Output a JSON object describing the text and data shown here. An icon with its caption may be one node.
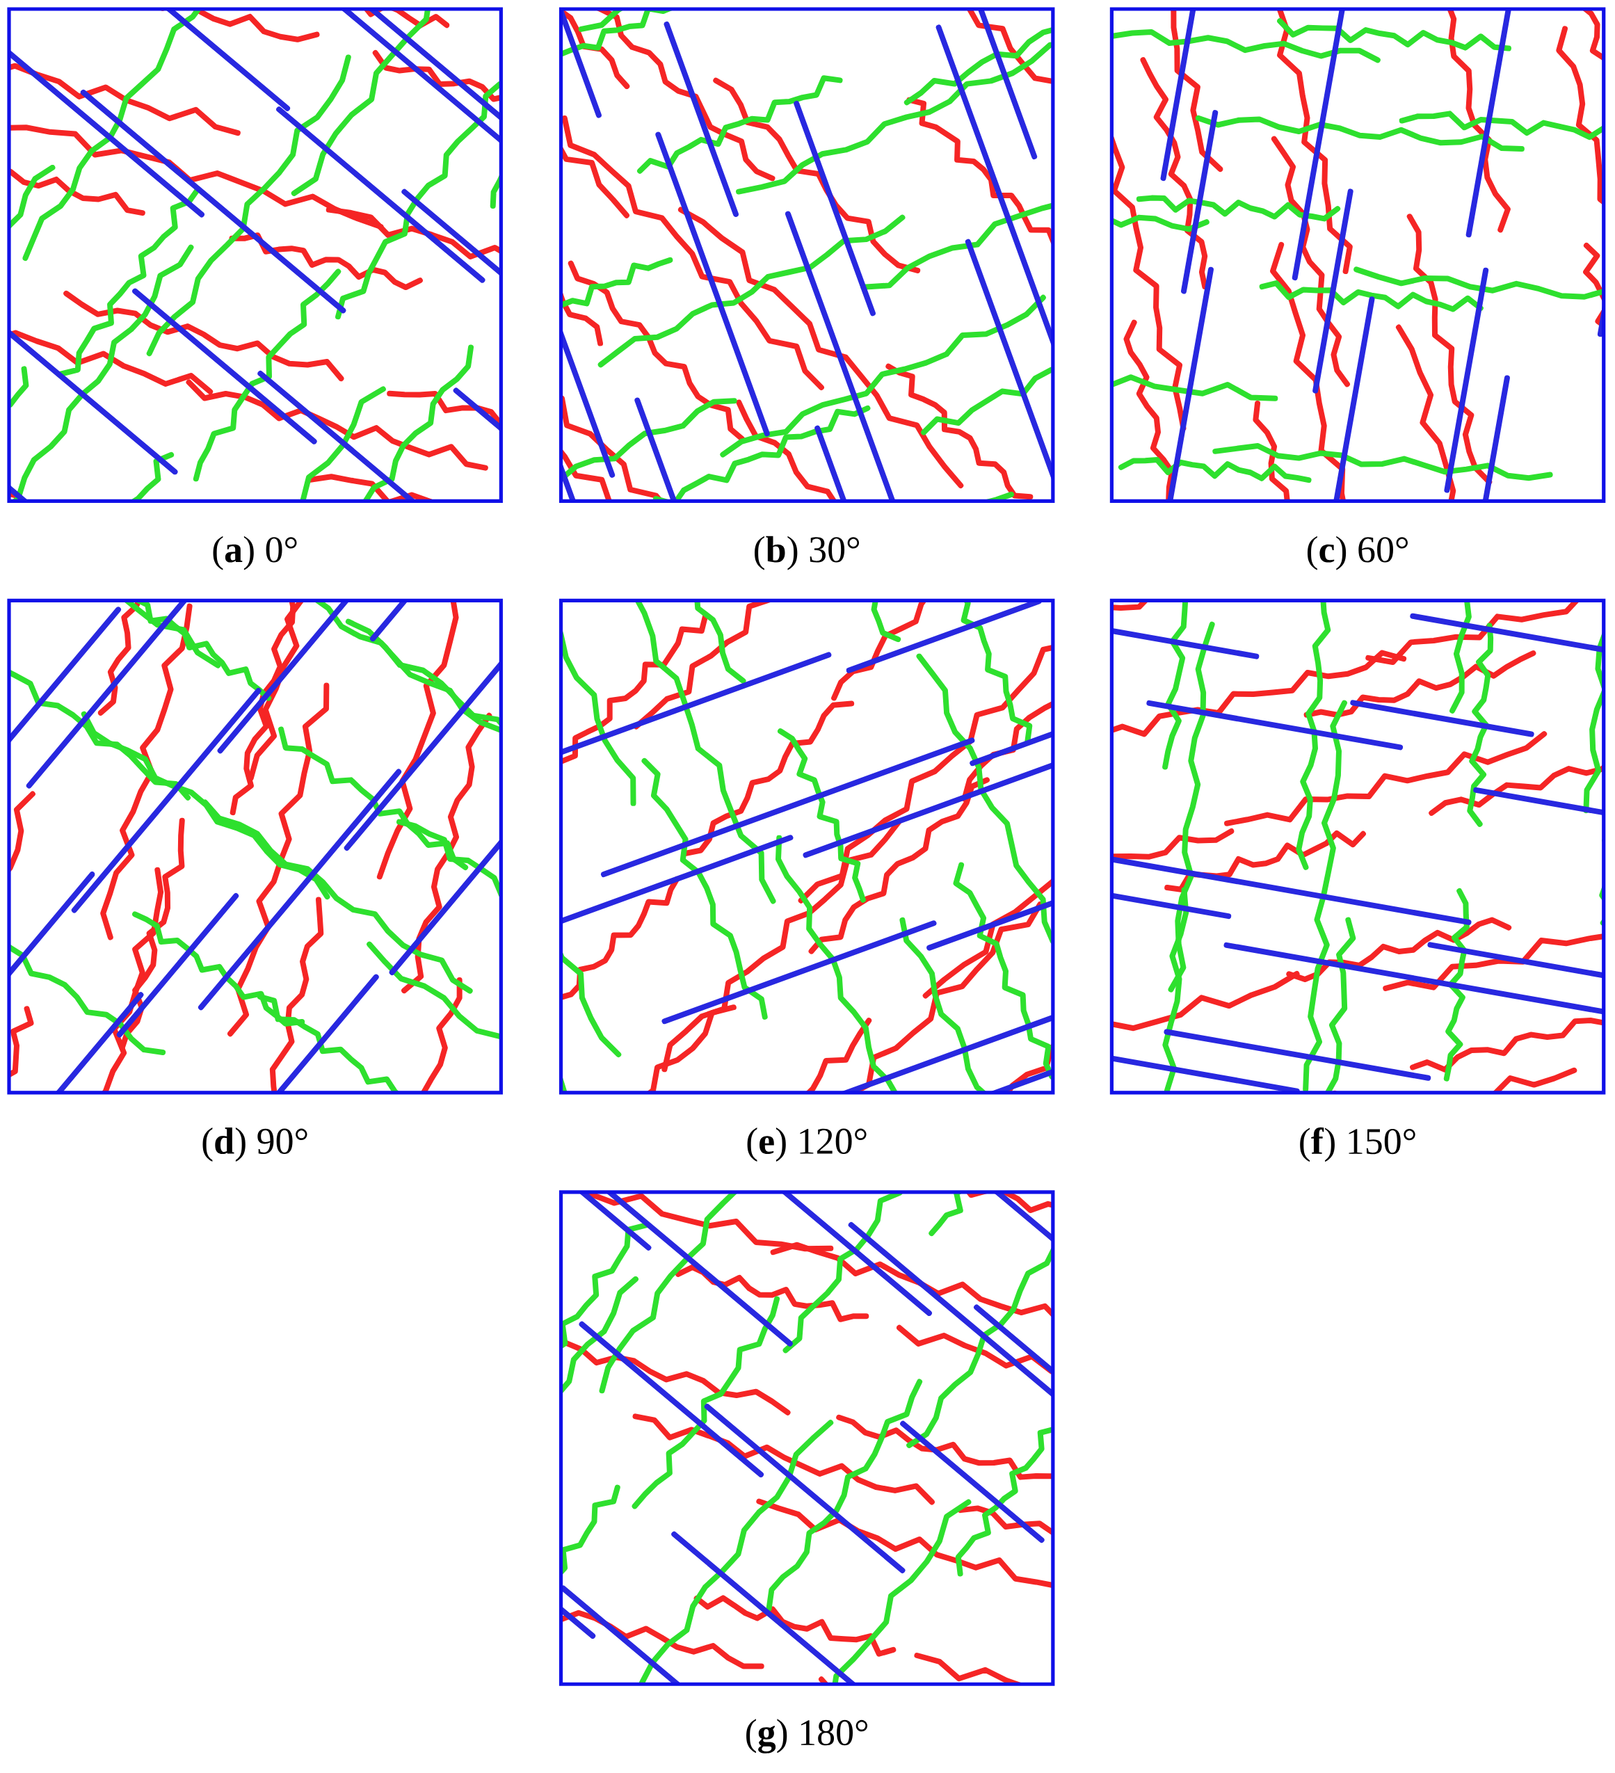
{
  "diagram": {
    "labels": [
      "(**a**) 0°",
      "(**b**) 30°",
      "(**c**) 60°",
      "(**d**) 90°",
      "(**e**) 120°",
      "(**f**) 150°",
      "(**g**) 180°"
    ]
  }
}
